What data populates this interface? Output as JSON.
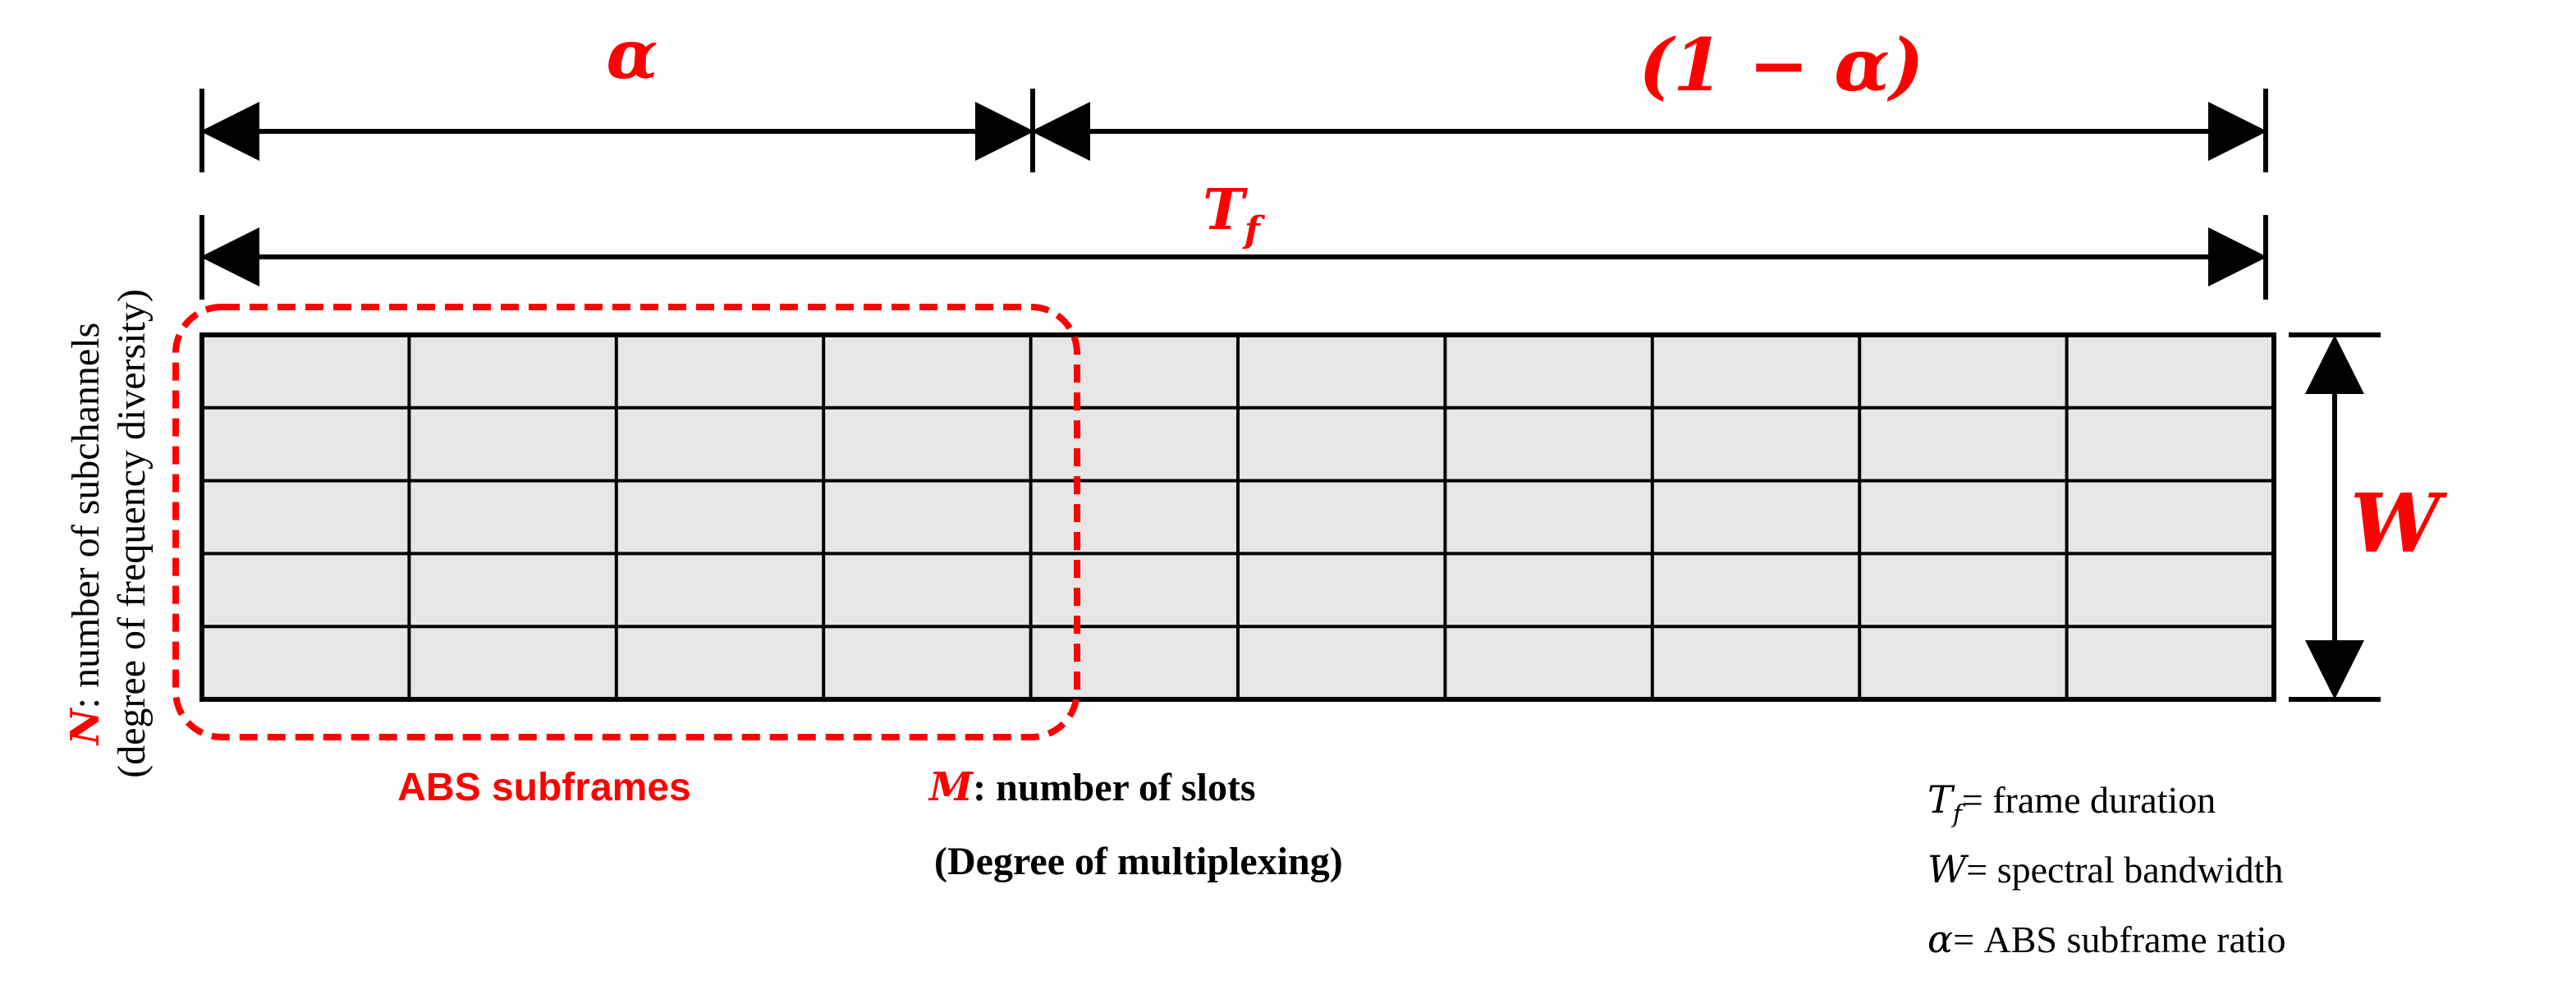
{
  "grid": {
    "columns": 10,
    "rows": 5,
    "abs_columns": 4,
    "cell_fill": "#e6e6e6",
    "line_color": "#000000"
  },
  "colors": {
    "accent": "#ff0000",
    "ink": "#000000",
    "cell": "#e6e6e6"
  },
  "dimensions": {
    "alpha": "α",
    "one_minus_alpha": "(1 − α)",
    "frame_duration_symbol": "T",
    "frame_duration_subscript": "f",
    "bandwidth_symbol": "W"
  },
  "labels": {
    "abs_subframes": "ABS subframes",
    "m_symbol": "M",
    "m_text": ": number of slots",
    "m_subtext": "(Degree of multiplexing)",
    "n_symbol": "N",
    "n_text": ": number of subchannels",
    "n_subtext": "(degree of frequency diversity)"
  },
  "legend": [
    {
      "symbol": "T",
      "subscript": "f",
      "text": "= frame duration"
    },
    {
      "symbol": "W",
      "subscript": "",
      "text": "= spectral bandwidth"
    },
    {
      "symbol": "α",
      "subscript": "",
      "text": "= ABS subframe ratio"
    }
  ]
}
